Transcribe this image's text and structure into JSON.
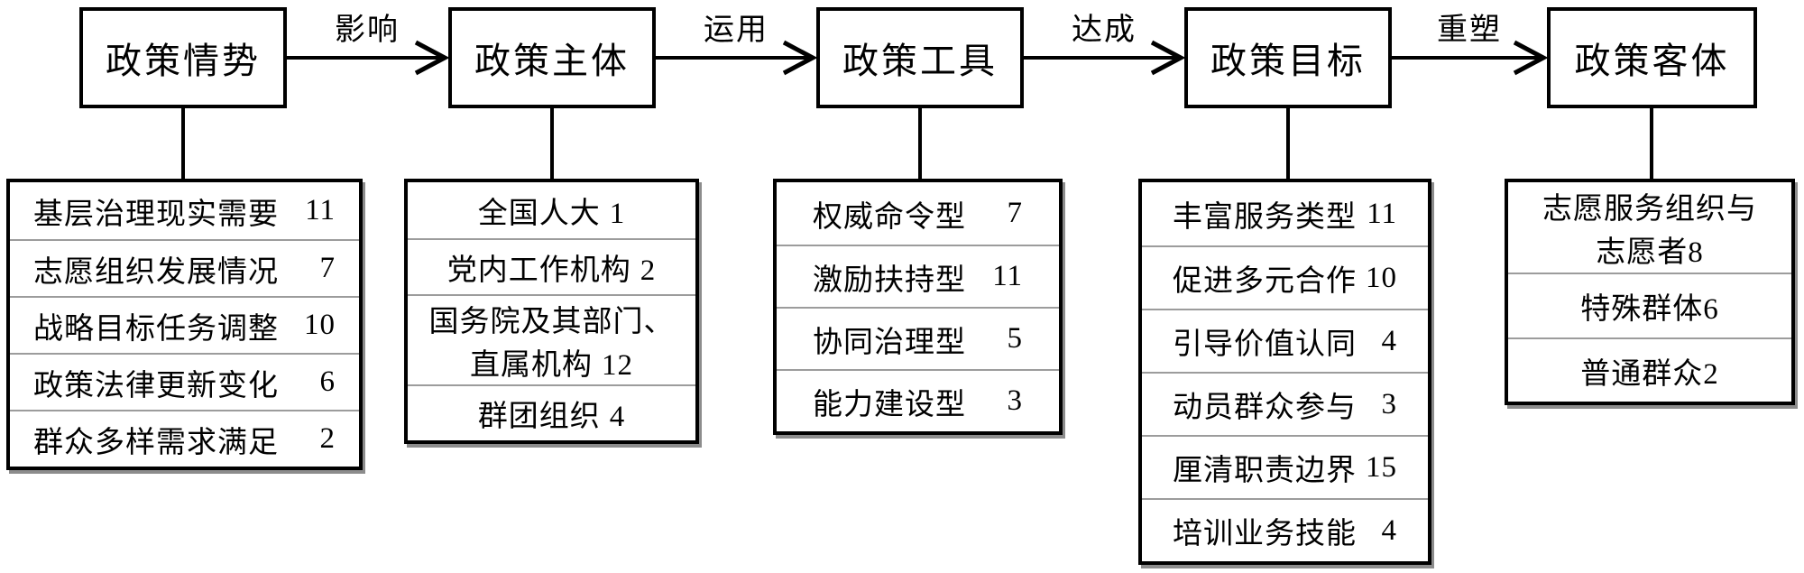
{
  "nodes": [
    {
      "label": "政策情势"
    },
    {
      "label": "政策主体"
    },
    {
      "label": "政策工具"
    },
    {
      "label": "政策目标"
    },
    {
      "label": "政策客体"
    }
  ],
  "edges": [
    {
      "label": "影响"
    },
    {
      "label": "运用"
    },
    {
      "label": "达成"
    },
    {
      "label": "重塑"
    }
  ],
  "lists": [
    {
      "rows": [
        {
          "label": "基层治理现实需要",
          "value": "11"
        },
        {
          "label": "志愿组织发展情况",
          "value": "7"
        },
        {
          "label": "战略目标任务调整",
          "value": "10"
        },
        {
          "label": "政策法律更新变化",
          "value": "6"
        },
        {
          "label": "群众多样需求满足",
          "value": "2"
        }
      ]
    },
    {
      "rows": [
        {
          "label": "全国人大",
          "value": "1"
        },
        {
          "label": "党内工作机构",
          "value": "2"
        },
        {
          "label": "国务院及其部门、\n直属机构",
          "value": "12"
        },
        {
          "label": "群团组织",
          "value": "4"
        }
      ]
    },
    {
      "rows": [
        {
          "label": "权威命令型",
          "value": "7"
        },
        {
          "label": "激励扶持型",
          "value": "11"
        },
        {
          "label": "协同治理型",
          "value": "5"
        },
        {
          "label": "能力建设型",
          "value": "3"
        }
      ]
    },
    {
      "rows": [
        {
          "label": "丰富服务类型",
          "value": "11"
        },
        {
          "label": "促进多元合作",
          "value": "10"
        },
        {
          "label": "引导价值认同",
          "value": "4"
        },
        {
          "label": "动员群众参与",
          "value": "3"
        },
        {
          "label": "厘清职责边界",
          "value": "15"
        },
        {
          "label": "培训业务技能",
          "value": "4"
        }
      ]
    },
    {
      "rows": [
        {
          "label": "志愿服务组织与\n志愿者",
          "value": "8"
        },
        {
          "label": "特殊群体",
          "value": "6"
        },
        {
          "label": "普通群众",
          "value": "2"
        }
      ]
    }
  ],
  "colors": {
    "background": "#ffffff",
    "box_border": "#000000",
    "divider": "#9c9c9c",
    "text": "#000000"
  }
}
